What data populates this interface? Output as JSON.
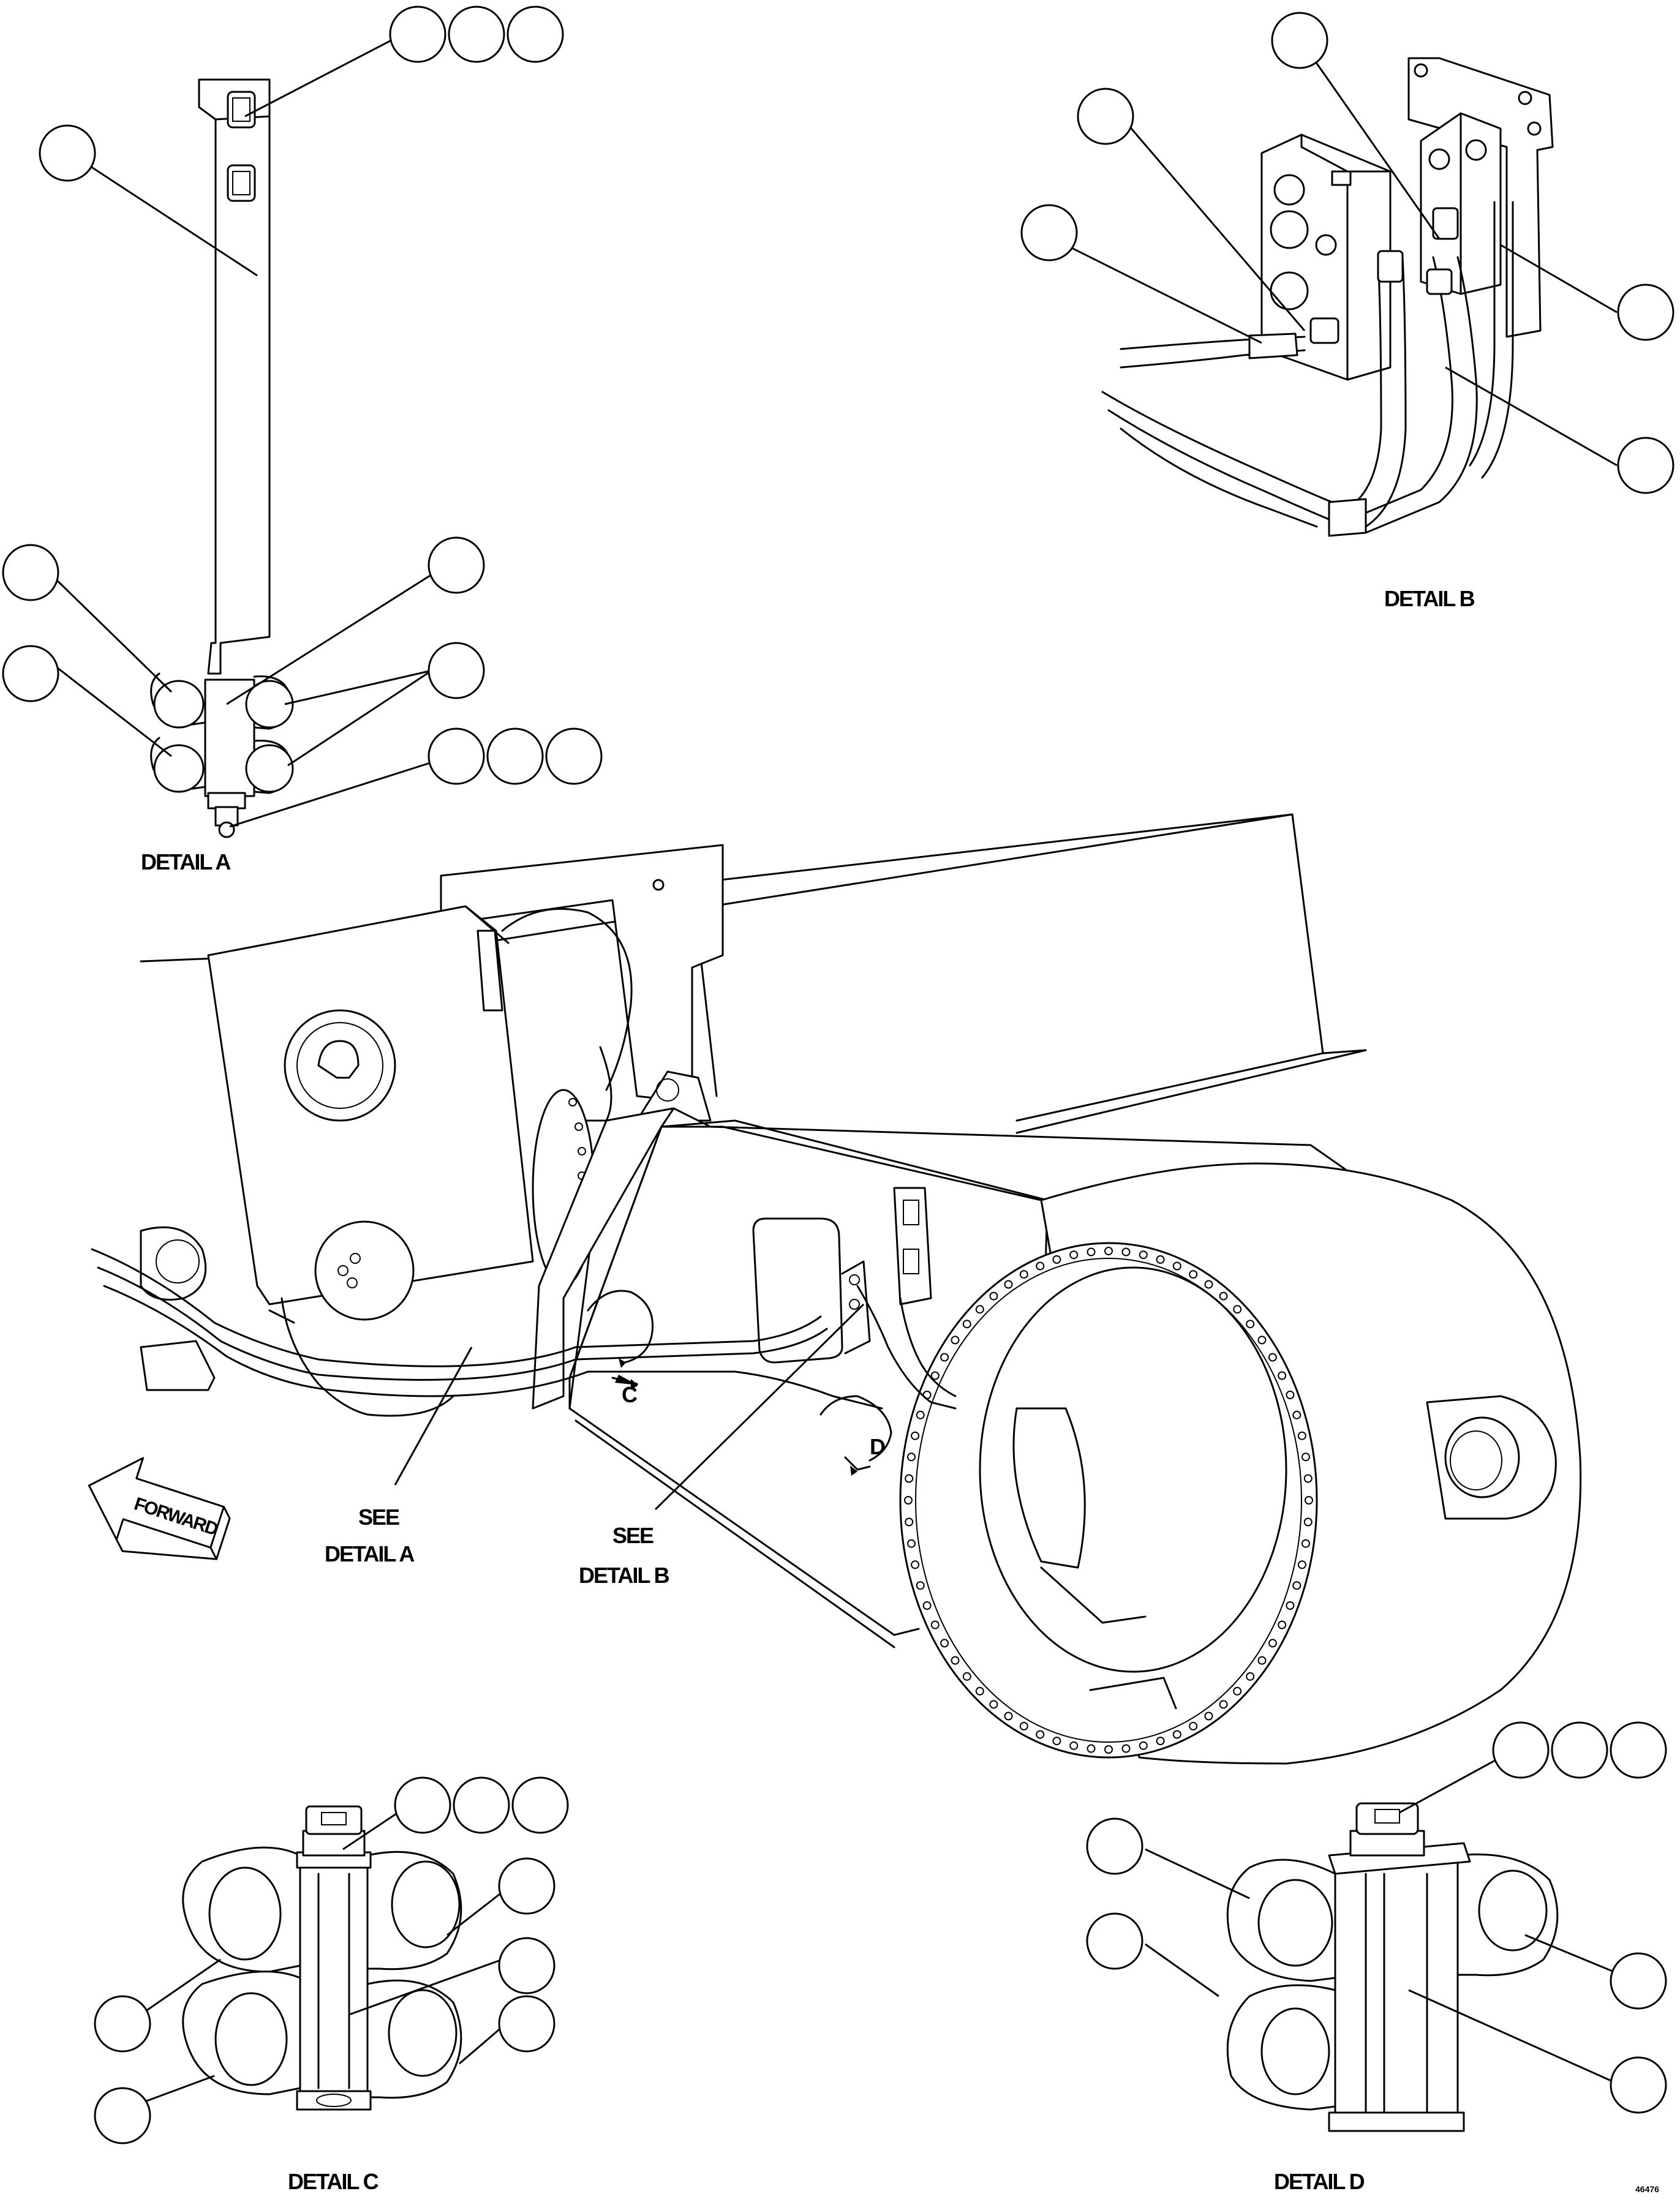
{
  "labels": {
    "detail_a": "DETAIL A",
    "detail_b": "DETAIL B",
    "detail_c": "DETAIL C",
    "detail_d": "DETAIL D",
    "see_a_1": "SEE",
    "see_a_2": "DETAIL A",
    "see_b_1": "SEE",
    "see_b_2": "DETAIL B",
    "marker_c": "C",
    "marker_d": "D",
    "forward": "FORWARD",
    "figure_number": "46476"
  }
}
